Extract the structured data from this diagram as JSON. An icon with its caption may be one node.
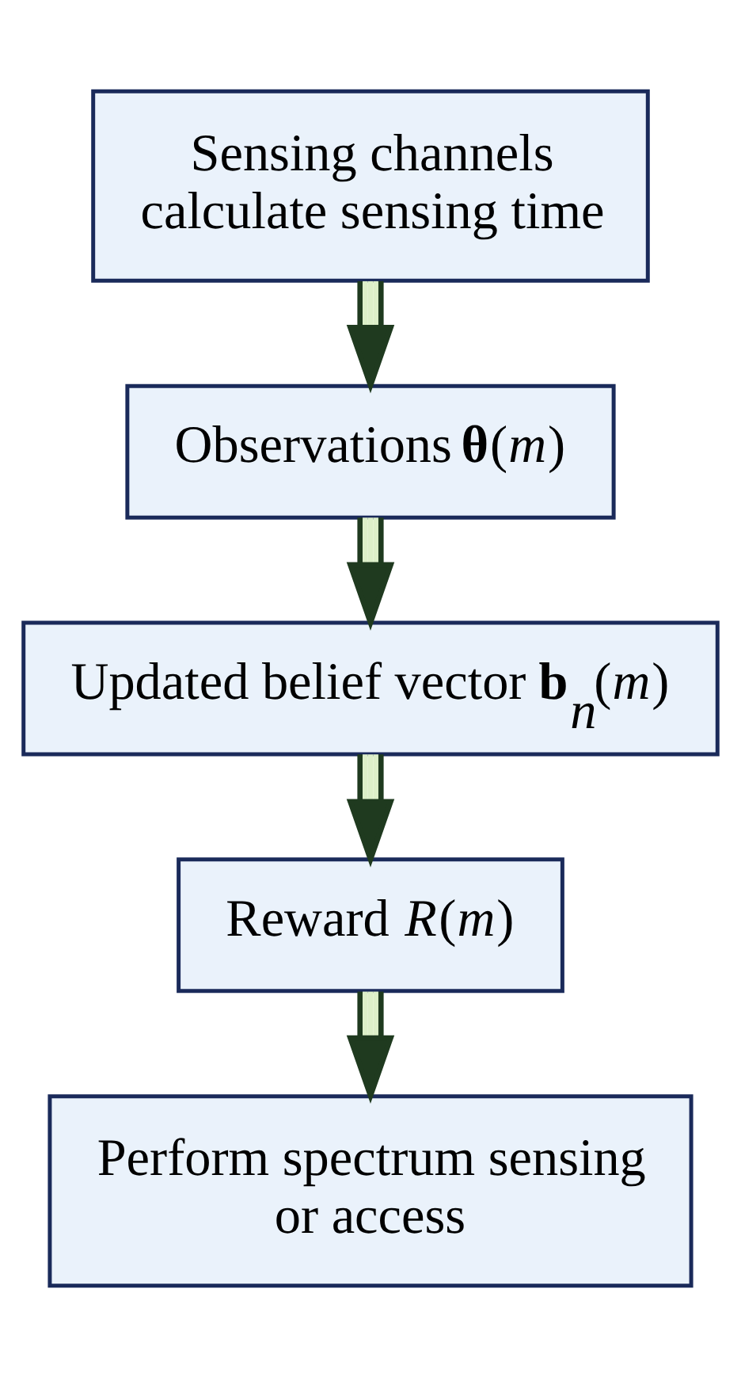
{
  "diagram": {
    "nodes": [
      {
        "text": [
          "Sensing channels calculate sensing time"
        ]
      },
      {
        "text": [
          "Observations **θ**(*m*)"
        ]
      },
      {
        "text": [
          "Updated belief vector **b**$_{n}$(*m*)"
        ]
      },
      {
        "text": [
          "Reward *R*(*m*)"
        ]
      },
      {
        "text": [
          "Perform spectrum sensing or access"
        ]
      }
    ],
    "edges": [
      {
        "from": 0,
        "to": 1,
        "arrow": "to"
      },
      {
        "from": 1,
        "to": 2,
        "arrow": "to"
      },
      {
        "from": 2,
        "to": 3,
        "arrow": "to"
      },
      {
        "from": 3,
        "to": 4,
        "arrow": "to"
      }
    ]
  }
}
